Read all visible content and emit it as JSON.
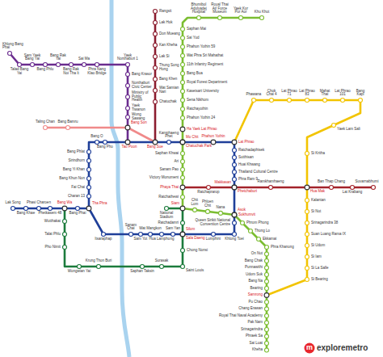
{
  "diagram": {
    "labels": [
      "Rangsit",
      "Lak Hok",
      "Don Mueang",
      "Kan Kheha",
      "Lak Si",
      "Thung Song Hong",
      "Bang Khen",
      "Wat Samian Nari",
      "Chatuchak",
      "Bang Sue",
      "Khlong Bang Phai",
      "Talad Bang Yai",
      "Sam Yaek Bang Yai",
      "Bang Phlu",
      "Bang Rak Yai",
      "Bang Rak Noi Tha It",
      "Sai Ma",
      "Phra Nang Klao Bridge",
      "Yaek Nonthaburi 1",
      "Bang Krasor",
      "Nonthaburi Civic Center",
      "Ministry of Public Health",
      "Yaek Tiwanon",
      "Wong Sawang",
      "Bang Son",
      "Tao Poon",
      "Taling Chan",
      "Bang Bamru",
      "Kamphaeng Phet",
      "Chatuchak Park",
      "Phahon Yothin",
      "Lat Phrao",
      "Ratchadaphisek",
      "Sutthisan",
      "Huai Khwang",
      "Thailand Cultural Centre",
      "Phra Ram 9",
      "Phetchaburi",
      "Sukhumvit",
      "Queen Sirikit National Convention Centre",
      "Khlong Toei",
      "Lumphini",
      "Silom",
      "Sam Yan",
      "Hua Lamphong",
      "Wat Mangkon",
      "Sam Yot",
      "Sanam Chai",
      "Itsaraphap",
      "Bang Pho",
      "Bang O",
      "Bang Phlat",
      "Sirindhorn",
      "Bang Yi Khan",
      "Bang Khun Non",
      "Fai Chai",
      "Charan 13",
      "Tha Phra",
      "Bang Phai",
      "Bang Wa",
      "Phetkasem 48",
      "Phasi Charoen",
      "Bang Khae",
      "Lak Song",
      "Khu Khot",
      "Yaek Kor Por Aor",
      "Royal Thai Air Force Museum",
      "Bhumibol Adulyadej Hospital",
      "Saphan Mai",
      "Sai Yud",
      "Phahon Yothin 59",
      "Wat Phra Sri Mahathat",
      "11th Infantry Regiment",
      "Bang Bua",
      "Royal Forest Department",
      "Kasetsart University",
      "Sena Nikhom",
      "Ratchayothin",
      "Phahon Yothin 24",
      "Ha Yaek Lat Phrao",
      "Mo Chit",
      "Saphan Khwai",
      "Ari",
      "Sanam Pao",
      "Victory Monument",
      "Phaya Thai",
      "Ratchathewi",
      "Siam",
      "Chit Lom",
      "Phloen Chit",
      "Nana",
      "Asok",
      "Phrom Phong",
      "Thong Lo",
      "Ekkamai",
      "Phra Khanong",
      "On Nut",
      "Bang Chak",
      "Punnawithi",
      "Udom Suk",
      "Bang Na",
      "Bearing",
      "Samrong",
      "Pu Chao",
      "Chang Erawan",
      "Royal Thai Naval Academy",
      "Pak Nam",
      "Srinagarindra",
      "Phraek Sa",
      "Sai Luat",
      "Kheha",
      "National Stadium",
      "Ratchadamri",
      "Sala Daeng",
      "Chong Nonsi",
      "Saint Louis",
      "Surasak",
      "Saphan Taksin",
      "Krung Thon Buri",
      "Wongwian Yai",
      "Pho Nimit",
      "Talat Phlu",
      "Wutthakat",
      "Ratchaprarop",
      "Makkasan",
      "Ramkhamhaeng",
      "Hua Mak",
      "Ban Thap Chang",
      "Lat Krabang",
      "Suvarnabhumi",
      "Phawana",
      "Chok Chai 4",
      "Lat Phrao 71",
      "Lat Phrao 83",
      "Mahat Thai",
      "Lat Phrao 101",
      "Bang Kapi",
      "Yaek Lam Sali",
      "Si Kritha",
      "Kalantan",
      "Si Nut",
      "Srinagarindra 38",
      "Suan Luang Rama IX",
      "Si Udom",
      "Si Iam",
      "Si La Salle",
      "Si Bearing",
      "m",
      "exploremetro"
    ]
  }
}
